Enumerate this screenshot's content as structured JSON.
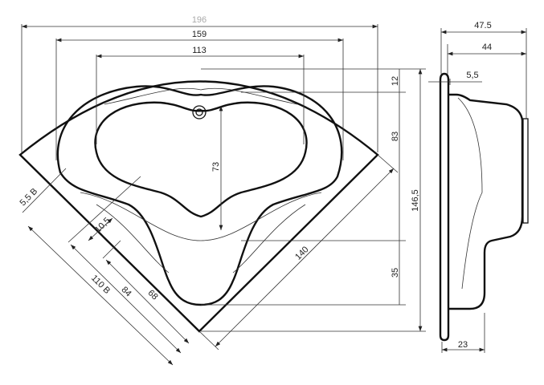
{
  "top_view": {
    "dims": {
      "overall_width": "196",
      "inner_width": "159",
      "basin_width": "113",
      "rim_offset": "12",
      "basin_depth_back": "83",
      "basin_height": "73",
      "overall_depth": "146,5",
      "front_depth": "35",
      "side_length": "140",
      "edge_b": "5,5 B",
      "seat_offset": "10,5",
      "side_b": "110 B",
      "inner_side": "84",
      "basin_side": "68"
    }
  },
  "side_view": {
    "dims": {
      "overall_height": "47.5",
      "inner_height": "44",
      "rim_thickness": "5,5",
      "base_width": "23"
    }
  }
}
